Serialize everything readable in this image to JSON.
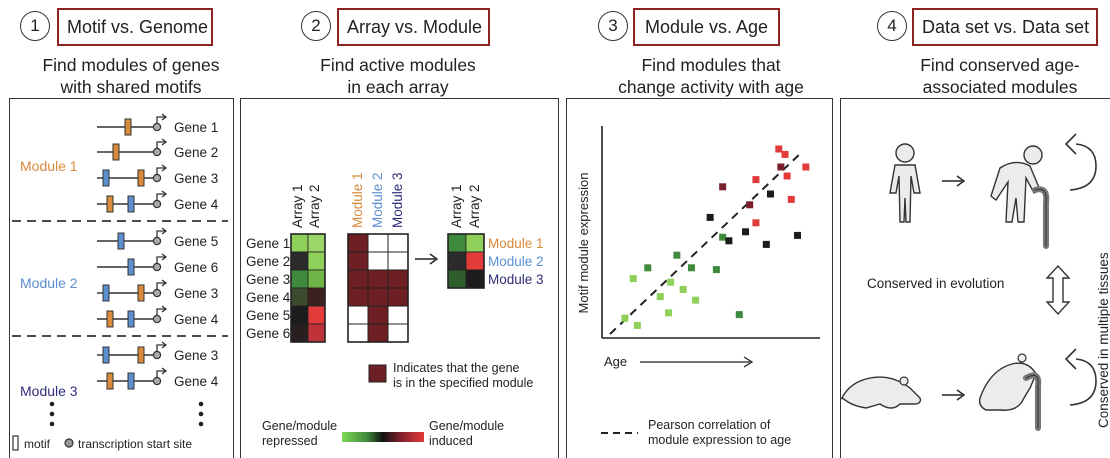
{
  "panels": [
    {
      "num": "1",
      "title": "Motif vs. Genome",
      "subtitle_lines": [
        "Find modules of genes",
        "with shared motifs"
      ]
    },
    {
      "num": "2",
      "title": "Array vs. Module",
      "subtitle_lines": [
        "Find active modules",
        "in each array"
      ]
    },
    {
      "num": "3",
      "title": "Module vs. Age",
      "subtitle_lines": [
        "Find modules that",
        "change activity with age"
      ]
    },
    {
      "num": "4",
      "title": "Data set vs. Data set",
      "subtitle_lines": [
        "Find conserved age-",
        "associated modules"
      ]
    }
  ],
  "p1": {
    "modules": [
      {
        "label": "Module 1",
        "color": "#d98a3a",
        "genes": [
          "Gene 1",
          "Gene 2",
          "Gene 3",
          "Gene 4"
        ]
      },
      {
        "label": "Module 2",
        "color": "#5b8fcf",
        "genes": [
          "Gene 5",
          "Gene 6",
          "Gene 3",
          "Gene 4"
        ]
      },
      {
        "label": "Module 3",
        "color": "#2e2e7a",
        "genes": [
          "Gene 3",
          "Gene 4"
        ]
      }
    ],
    "legend_motif": "motif",
    "legend_tss": "transcription start site"
  },
  "p2": {
    "array_labels": [
      "Array 1",
      "Array 2"
    ],
    "module_labels": [
      "Module 1",
      "Module 2",
      "Module 3"
    ],
    "gene_labels": [
      "Gene 1",
      "Gene 2",
      "Gene 3",
      "Gene 4",
      "Gene 5",
      "Gene 6"
    ],
    "legend_member": "Indicates that the gene is in the specified module",
    "legend_member_lines": [
      "Indicates that the gene",
      "is in the specified module"
    ],
    "repressed_lines": [
      "Gene/module",
      "repressed"
    ],
    "induced_lines": [
      "Gene/module",
      "induced"
    ]
  },
  "p3": {
    "ylabel": "Motif module expression",
    "xlabel": "Age",
    "legend_lines": [
      "Pearson correlation of",
      "module expression to age"
    ],
    "chart_data": {
      "type": "scatter",
      "xlabel": "Age",
      "ylabel": "Motif module expression",
      "series": [
        {
          "color": "#8ed05a",
          "points": [
            [
              0.11,
              0.11
            ],
            [
              0.17,
              0.07
            ],
            [
              0.15,
              0.33
            ],
            [
              0.28,
              0.23
            ],
            [
              0.32,
              0.14
            ],
            [
              0.33,
              0.31
            ],
            [
              0.39,
              0.27
            ],
            [
              0.45,
              0.21
            ]
          ]
        },
        {
          "color": "#3f8a3c",
          "points": [
            [
              0.22,
              0.39
            ],
            [
              0.36,
              0.46
            ],
            [
              0.43,
              0.39
            ],
            [
              0.55,
              0.38
            ],
            [
              0.58,
              0.56
            ],
            [
              0.66,
              0.13
            ]
          ]
        },
        {
          "color": "#1c1c1c",
          "points": [
            [
              0.52,
              0.67
            ],
            [
              0.61,
              0.54
            ],
            [
              0.69,
              0.59
            ],
            [
              0.81,
              0.8
            ],
            [
              0.79,
              0.52
            ],
            [
              0.94,
              0.57
            ]
          ]
        },
        {
          "color": "#7a1f2c",
          "points": [
            [
              0.71,
              0.74
            ],
            [
              0.58,
              0.84
            ],
            [
              0.86,
              0.95
            ]
          ]
        },
        {
          "color": "#e33a3a",
          "points": [
            [
              0.85,
              1.05
            ],
            [
              0.88,
              1.02
            ],
            [
              0.98,
              0.95
            ],
            [
              0.89,
              0.9
            ],
            [
              0.74,
              0.88
            ],
            [
              0.74,
              0.64
            ],
            [
              0.91,
              0.77
            ]
          ]
        }
      ]
    }
  },
  "p4": {
    "conserved_evolution": "Conserved in evolution",
    "conserved_tissues": "Conserved in multiple tissues"
  }
}
